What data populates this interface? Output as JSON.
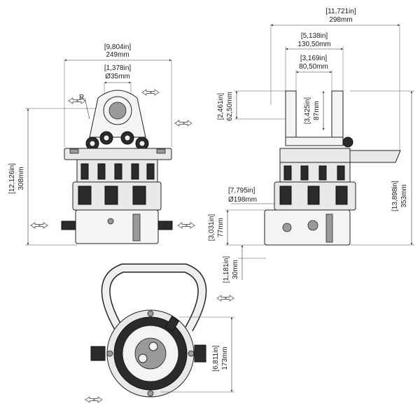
{
  "front_view": {
    "width_in": "[9,804in]",
    "width_mm": "249mm",
    "pin_in": "[1,378in]",
    "pin_mm": "Ø35mm",
    "height_in": "[12,126in]",
    "height_mm": "308mm",
    "port_label": "R"
  },
  "side_view": {
    "overall_in": "[11,721in]",
    "overall_mm": "298mm",
    "outer_in": "[5,138in]",
    "outer_mm": "130,50mm",
    "inner_in": "[3,169in]",
    "inner_mm": "80,50mm",
    "ear_h_in": "[2,461in]",
    "ear_h_mm": "62,50mm",
    "ear_hole_in": "[3,425in]",
    "ear_hole_mm": "87mm",
    "flange_in": "[7,795in]",
    "flange_mm": "Ø198mm",
    "body_h_in": "[3,031in]",
    "body_h_mm": "77mm",
    "bottom_in": "[1,181in]",
    "bottom_mm": "30mm",
    "total_h_in": "[13,898in]",
    "total_h_mm": "353mm"
  },
  "bottom_view": {
    "depth_in": "[6,811in]",
    "depth_mm": "173mm"
  }
}
